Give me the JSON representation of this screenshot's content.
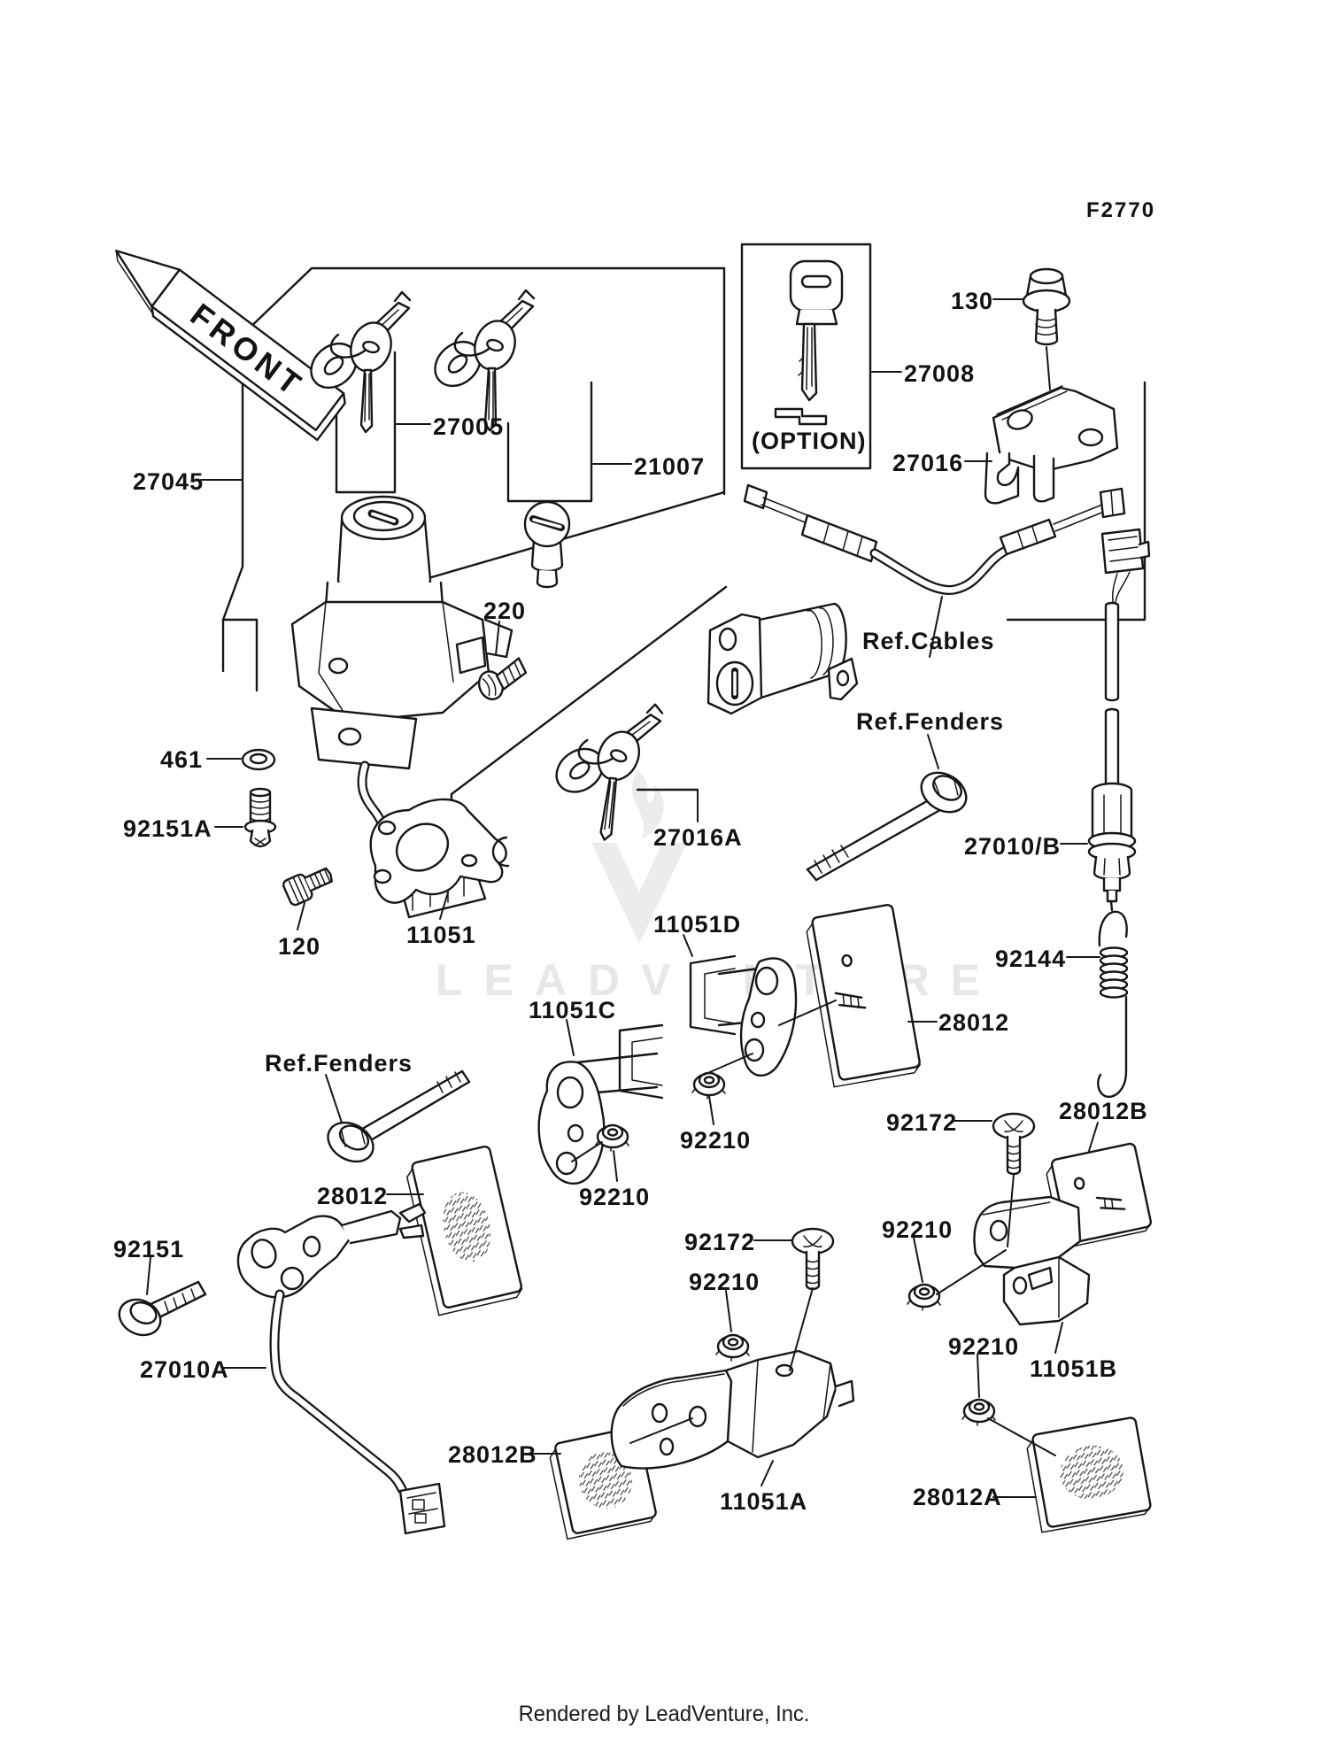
{
  "page": {
    "diagram_code": "F2770",
    "front_arrow": "FRONT",
    "watermark": "LEADVENTURE",
    "footer": "Rendered by LeadVenture, Inc."
  },
  "labels": {
    "p27045": "27045",
    "p27005": "27005",
    "p21007": "21007",
    "p27008": "27008",
    "option": "(OPTION)",
    "p130": "130",
    "p27016": "27016",
    "p220": "220",
    "p461": "461",
    "p92151a": "92151A",
    "p120": "120",
    "p11051": "11051",
    "p27016a": "27016A",
    "ref_cables": "Ref.Cables",
    "ref_fenders_right": "Ref.Fenders",
    "p27010b": "27010/B",
    "p92144": "92144",
    "p28012_right": "28012",
    "p11051d": "11051D",
    "p11051c": "11051C",
    "ref_fenders_left": "Ref.Fenders",
    "p28012_left": "28012",
    "p92210_a": "92210",
    "p92210_b": "92210",
    "p92151": "92151",
    "p27010a": "27010A",
    "p92172_mid": "92172",
    "p92210_e": "92210",
    "p92172_right": "92172",
    "p28012b_right": "28012B",
    "p92210_c": "92210",
    "p92210_d": "92210",
    "p11051b": "11051B",
    "p28012a": "28012A",
    "p28012b_bottom": "28012B",
    "p11051a": "11051A"
  }
}
